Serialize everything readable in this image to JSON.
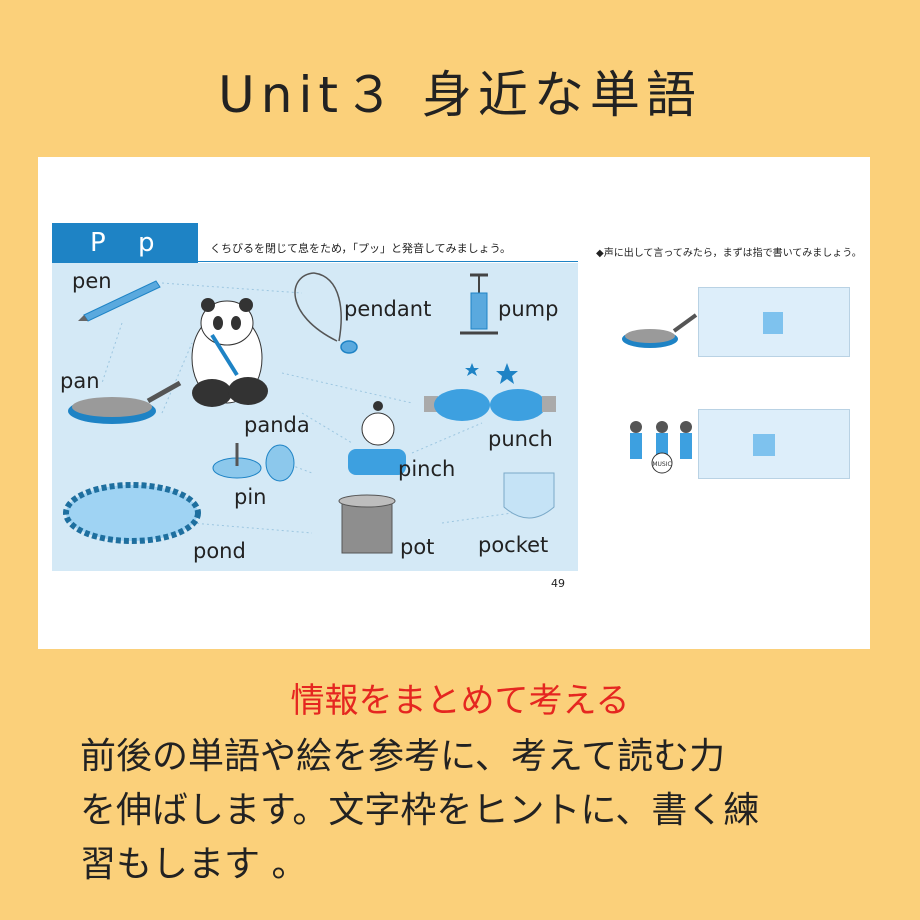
{
  "title": "Unit３ 身近な単語",
  "page": {
    "header_letters": "P p",
    "instruction_left": "くちびるを閉じて息をため，「プッ」と発音してみましょう。",
    "instruction_right": "◆声に出して言ってみたら，まずは指で書いてみましょう。",
    "page_number": "49",
    "words": [
      "pen",
      "pendant",
      "pump",
      "pan",
      "panda",
      "punch",
      "pinch",
      "pin",
      "pond",
      "pot",
      "pocket"
    ],
    "music_label": "MUSIC"
  },
  "caption_red": "情報をまとめて考える",
  "body_lines": [
    "前後の単語や絵を参考に、考えて読む力",
    "を伸ばします。文字枠をヒントに、書く練",
    "習もします 。"
  ],
  "colors": {
    "background": "#fbd07a",
    "accent_blue": "#1e83c5",
    "red": "#e52620"
  }
}
